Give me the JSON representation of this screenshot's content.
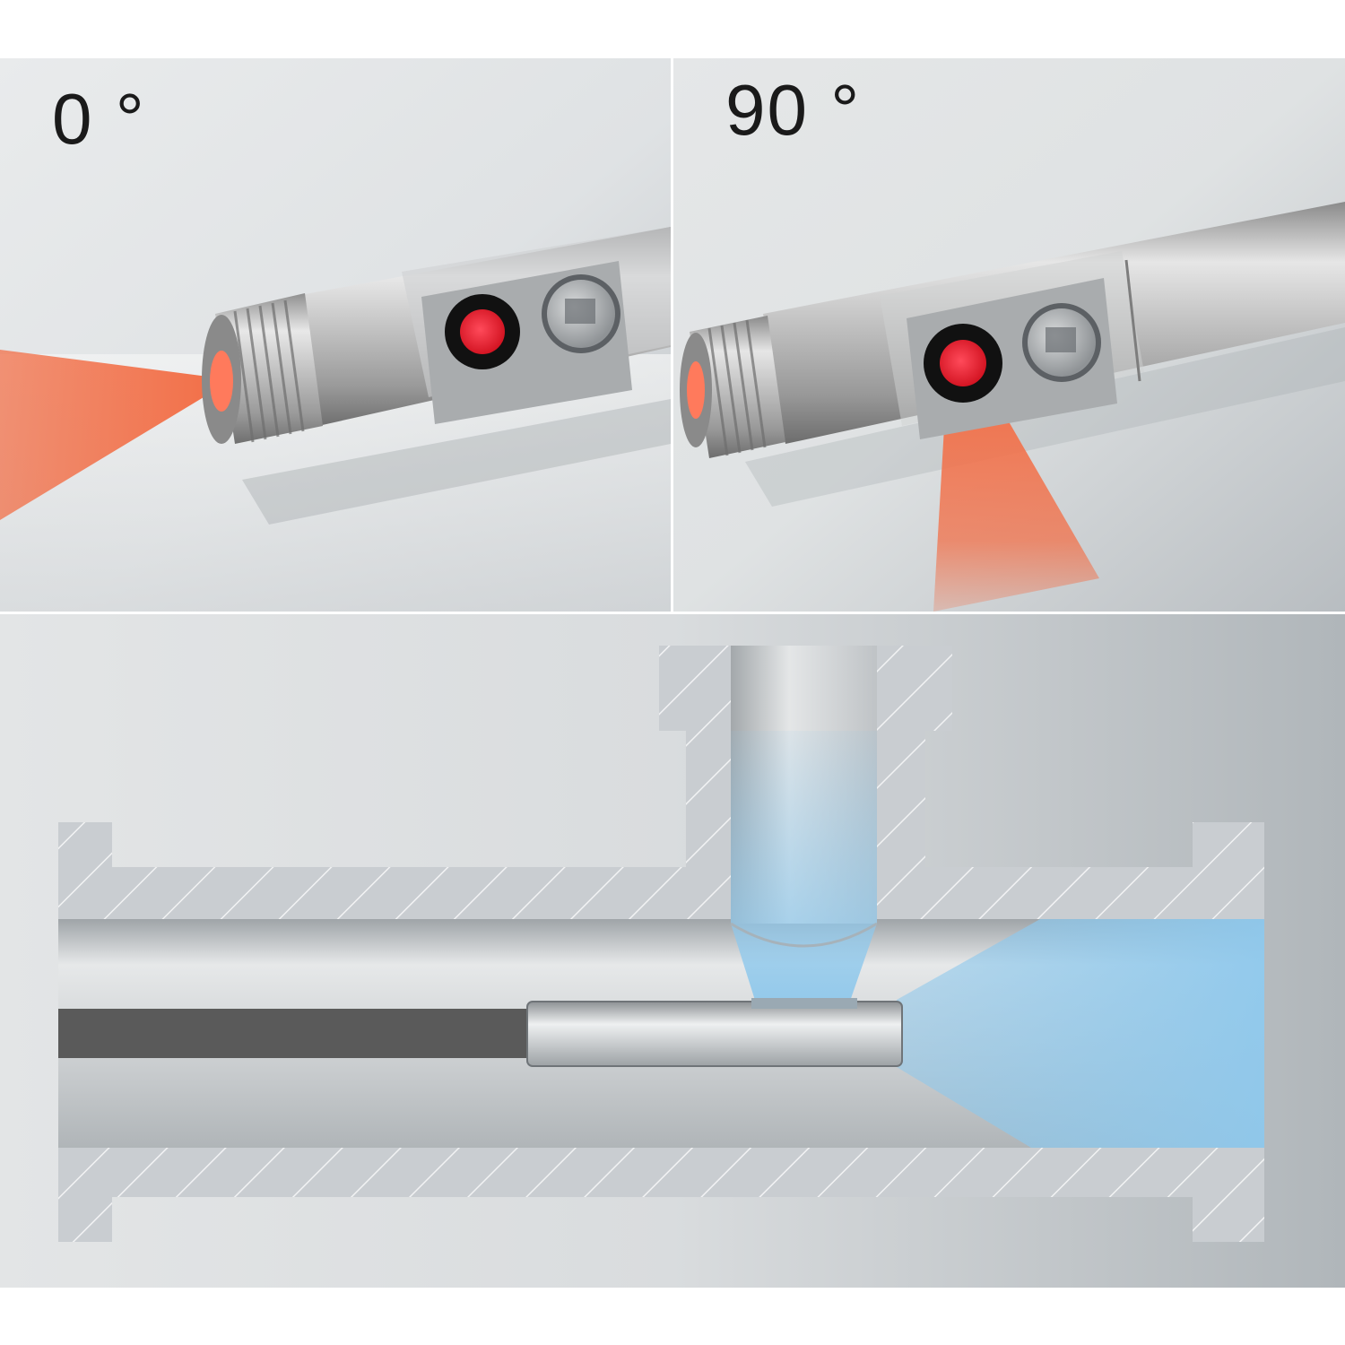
{
  "panels": [
    {
      "id": "forward-view",
      "angle_label": "0 °",
      "beam_color": "#f2714a"
    },
    {
      "id": "side-view",
      "angle_label": "90 °",
      "beam_color": "#f2714a"
    }
  ],
  "cross_section": {
    "beam_color": "#8ec8ec",
    "wall_color": "#c9cdd1",
    "probe_cable_color": "#5a5a5a"
  }
}
